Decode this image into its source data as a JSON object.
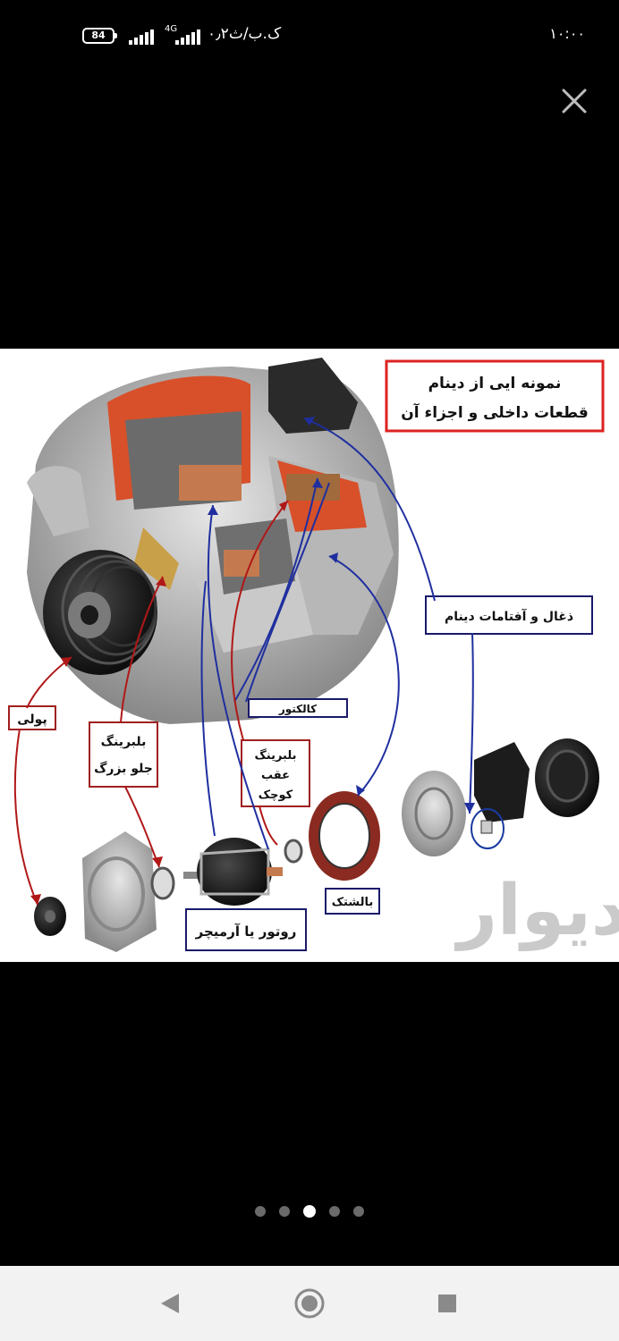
{
  "status_bar": {
    "battery": "84",
    "network_type": "4G",
    "carrier_text": "۰٫۲ک.ب/ث",
    "time": "۱۰:۰۰"
  },
  "viewer": {
    "close_icon": "close-icon",
    "pager_dots": 5,
    "active_dot": 3
  },
  "diagram": {
    "title_line1": "نمونه ایی از دینام",
    "title_line2": "قطعات داخلی و اجزاء آن",
    "labels": {
      "brushes": "ذغال و آفتامات دینام",
      "pulley": "پولی",
      "front_bearing_line1": "بلبرینگ",
      "front_bearing_line2": "جلو بزرگ",
      "collector": "کالکتور",
      "rear_bearing_line1": "بلبرینگ",
      "rear_bearing_line2": "عقب",
      "rear_bearing_line3": "کوچک",
      "stator": "بالشتک",
      "rotor": "روتور یا آرمیچر"
    },
    "watermark": "دیوار"
  },
  "nav_bar": {
    "back_icon": "back-triangle-icon",
    "home_icon": "home-circle-icon",
    "recents_icon": "recents-square-icon"
  }
}
